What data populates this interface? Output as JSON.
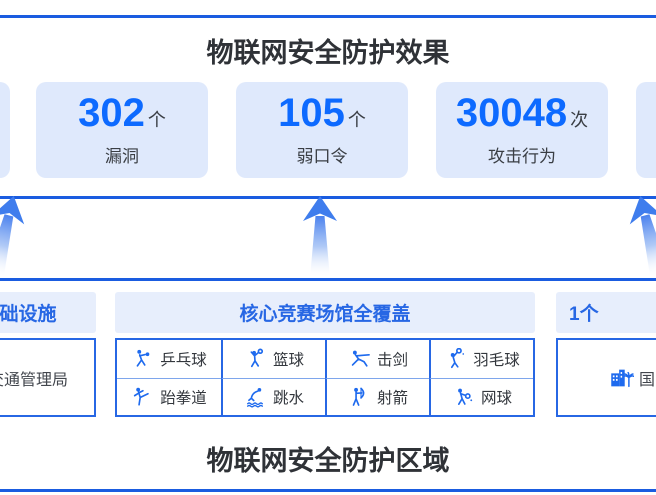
{
  "colors": {
    "line": "#1a5ce0",
    "accent": "#0d6aff",
    "blue": "#2767e4",
    "iconBlue": "#1e6aee",
    "cardBg": "#dfe9fc",
    "bandBg": "#e7eefc",
    "dark": "#2f3237",
    "label": "#3a3e44",
    "rowDivider": "#7ea6ec"
  },
  "header": {
    "title": "物联网安全防护效果"
  },
  "stats": {
    "cards": [
      {
        "value": "302",
        "unit": "个",
        "label": "漏洞"
      },
      {
        "value": "105",
        "unit": "个",
        "label": "弱口令"
      },
      {
        "value": "30048",
        "unit": "次",
        "label": "攻击行为"
      }
    ]
  },
  "zones": {
    "left": {
      "header": "础设施",
      "content": "交通管理局"
    },
    "center": {
      "header": "核心竞赛场馆全覆盖",
      "items": [
        {
          "label": "乒乓球",
          "icon": "table-tennis-icon"
        },
        {
          "label": "篮球",
          "icon": "basketball-icon"
        },
        {
          "label": "击剑",
          "icon": "fencing-icon"
        },
        {
          "label": "羽毛球",
          "icon": "badminton-icon"
        },
        {
          "label": "跆拳道",
          "icon": "taekwondo-icon"
        },
        {
          "label": "跳水",
          "icon": "diving-icon"
        },
        {
          "label": "射箭",
          "icon": "archery-icon"
        },
        {
          "label": "网球",
          "icon": "tennis-icon"
        }
      ]
    },
    "right": {
      "header": "1个",
      "content": "国"
    }
  },
  "footer": {
    "title": "物联网安全防护区域"
  }
}
